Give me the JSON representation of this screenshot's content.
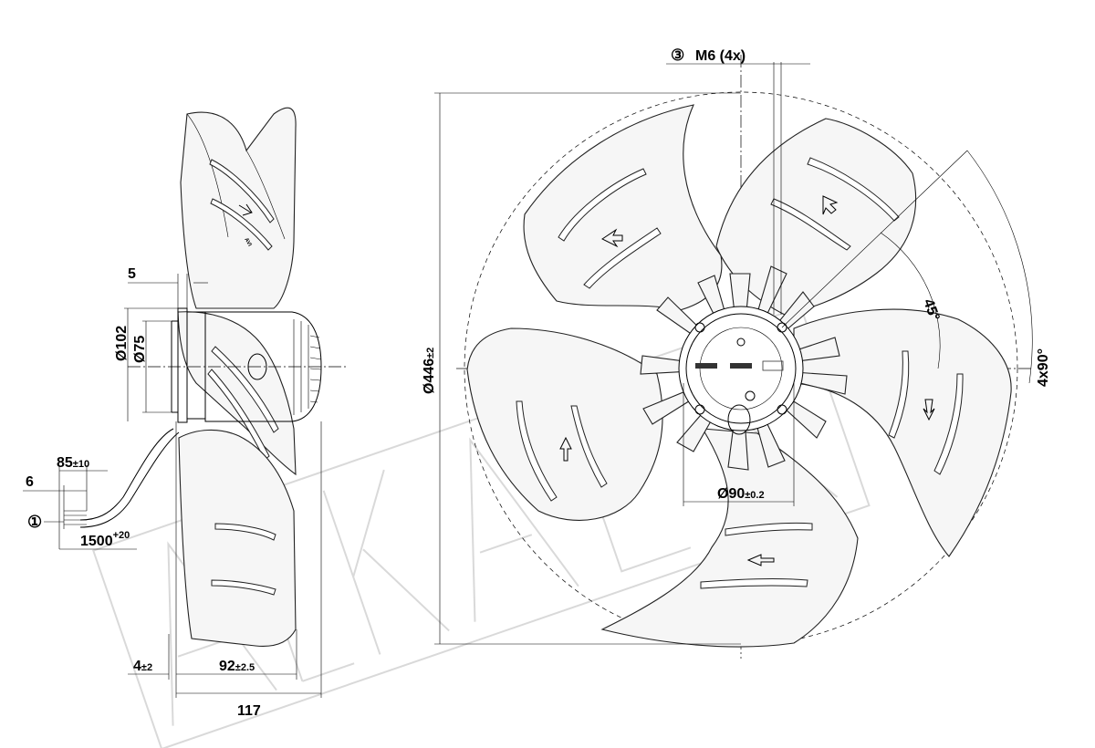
{
  "side_view": {
    "dim_5": "5",
    "dim_d102": "Ø102",
    "dim_d75": "Ø75",
    "dim_85": "85",
    "dim_85_tol": "±10",
    "dim_6": "6",
    "marker_1": "①",
    "dim_1500": "1500",
    "dim_1500_tol": "+20",
    "dim_4": "4",
    "dim_4_tol": "±2",
    "dim_92": "92",
    "dim_92_tol": "±2.5",
    "dim_117": "117"
  },
  "front_view": {
    "marker_3": "③",
    "thread": "M6 (4x)",
    "dim_d446": "Ø446",
    "dim_d446_tol": "±2",
    "angle_45": "45°",
    "angle_4x90": "4x90°",
    "dim_d90": "Ø90",
    "dim_d90_tol": "±0.2"
  },
  "colors": {
    "line": "#000000",
    "blade_fill": "#f6f6f6",
    "watermark": "#c9c9c9"
  }
}
